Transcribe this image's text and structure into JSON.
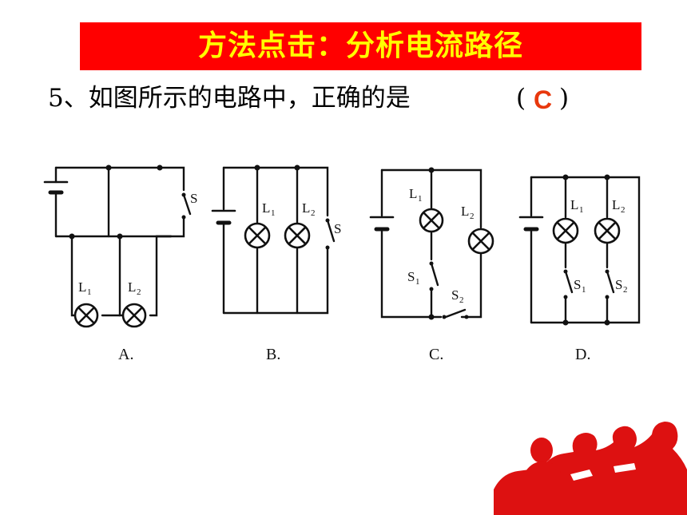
{
  "banner": {
    "title": "方法点击：分析电流路径"
  },
  "question": {
    "text": "5、如图所示的电路中，正确的是",
    "paren_open": "(",
    "answer": "C",
    "paren_close": ")"
  },
  "circuits": [
    {
      "caption": "A.",
      "lamp1": "L",
      "lamp1_sub": "1",
      "lamp2": "L",
      "lamp2_sub": "2",
      "switch": "S"
    },
    {
      "caption": "B.",
      "lamp1": "L",
      "lamp1_sub": "1",
      "lamp2": "L",
      "lamp2_sub": "2",
      "switch": "S"
    },
    {
      "caption": "C.",
      "lamp1": "L",
      "lamp1_sub": "1",
      "lamp2": "L",
      "lamp2_sub": "2",
      "switch1": "S",
      "switch1_sub": "1",
      "switch2": "S",
      "switch2_sub": "2"
    },
    {
      "caption": "D.",
      "lamp1": "L",
      "lamp1_sub": "1",
      "lamp2": "L",
      "lamp2_sub": "2",
      "switch1": "S",
      "switch1_sub": "1",
      "switch2": "S",
      "switch2_sub": "2"
    }
  ],
  "colors": {
    "banner_bg": "#ff0000",
    "banner_text": "#ffff00",
    "answer": "#e8380d",
    "decoration": "#dd1111"
  },
  "decoration": {
    "icon": "students-studying-silhouette-icon"
  }
}
